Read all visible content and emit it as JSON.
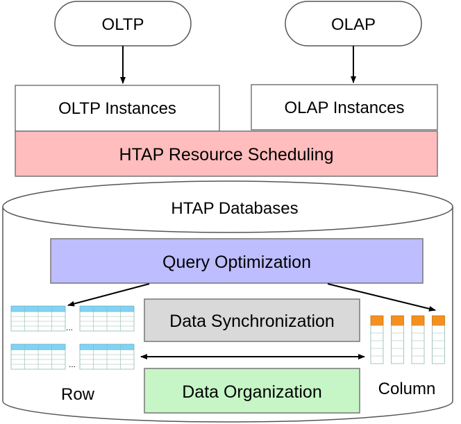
{
  "workloads": {
    "oltp": "OLTP",
    "olap": "OLAP"
  },
  "instances": {
    "oltp": "OLTP Instances",
    "olap": "OLAP Instances"
  },
  "scheduling": {
    "label": "HTAP Resource Scheduling",
    "color": "#FFBDBD"
  },
  "database": {
    "label": "HTAP Databases",
    "query_optimization": {
      "label": "Query Optimization",
      "color": "#BDBDFF"
    },
    "data_synchronization": {
      "label": "Data Synchronization",
      "color": "#D9D9D9"
    },
    "data_organization": {
      "label": "Data Organization",
      "color": "#C6F5C6"
    },
    "row_store": {
      "label": "Row",
      "header_color": "#7FD3F5",
      "ellipsis": "..."
    },
    "column_store": {
      "label": "Column",
      "header_color": "#F5901E"
    }
  }
}
